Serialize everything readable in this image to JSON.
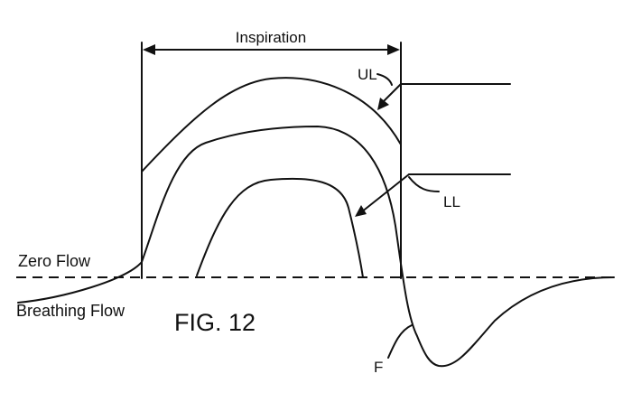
{
  "figure": {
    "inspiration_label": "Inspiration",
    "upper_limit_label": "UL",
    "lower_limit_label": "LL",
    "flow_curve_label": "F",
    "zero_flow_label": "Zero Flow",
    "breathing_flow_label": "Breathing Flow",
    "figure_caption": "FIG. 12"
  }
}
